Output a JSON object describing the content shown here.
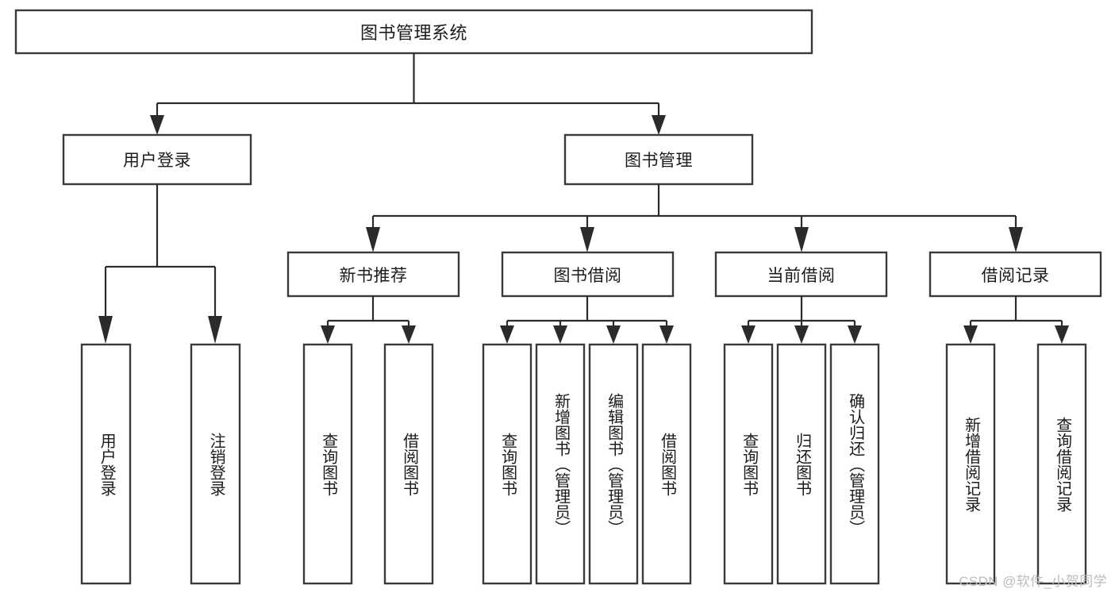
{
  "diagram": {
    "type": "tree-hierarchy-chart",
    "title": "图书管理系统",
    "watermark": "CSDN @软件_小贺同学",
    "colors": {
      "box_stroke": "#3a3a3a",
      "connector": "#2b2b2b",
      "box_fill": "#ffffff",
      "text": "#1b1b1b",
      "watermark": "#bdbdbd",
      "background": "#ffffff"
    },
    "root": {
      "label": "图书管理系统"
    },
    "level2": [
      {
        "id": "user-login",
        "label": "用户登录"
      },
      {
        "id": "book-management",
        "label": "图书管理"
      }
    ],
    "level3": [
      {
        "id": "new-book-recommend",
        "label": "新书推荐"
      },
      {
        "id": "book-borrow",
        "label": "图书借阅"
      },
      {
        "id": "current-borrow",
        "label": "当前借阅"
      },
      {
        "id": "borrow-record",
        "label": "借阅记录"
      }
    ],
    "leaves": {
      "user-login": [
        {
          "id": "leaf-user-login",
          "label": "用户登录"
        },
        {
          "id": "leaf-logout",
          "label": "注销登录"
        }
      ],
      "new-book-recommend": [
        {
          "id": "leaf-query-book-1",
          "label": "查询图书"
        },
        {
          "id": "leaf-borrow-book-1",
          "label": "借阅图书"
        }
      ],
      "book-borrow": [
        {
          "id": "leaf-query-book-2",
          "label": "查询图书"
        },
        {
          "id": "leaf-add-book",
          "label": "新增图书（管理员）"
        },
        {
          "id": "leaf-edit-book",
          "label": "编辑图书（管理员）"
        },
        {
          "id": "leaf-borrow-book-2",
          "label": "借阅图书"
        }
      ],
      "current-borrow": [
        {
          "id": "leaf-query-book-3",
          "label": "查询图书"
        },
        {
          "id": "leaf-return-book",
          "label": "归还图书"
        },
        {
          "id": "leaf-confirm-return",
          "label": "确认归还（管理员）"
        }
      ],
      "borrow-record": [
        {
          "id": "leaf-add-record",
          "label": "新增借阅记录"
        },
        {
          "id": "leaf-query-record",
          "label": "查询借阅记录"
        }
      ]
    }
  }
}
